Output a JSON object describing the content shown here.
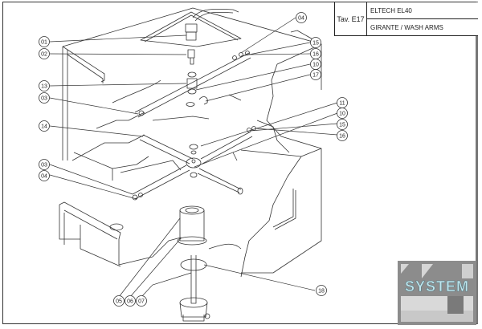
{
  "title_block": {
    "table_code": "Tav. E17",
    "model": "ELTECH EL40",
    "description": "GIRANTE / WASH ARMS"
  },
  "callouts": [
    {
      "id": "01",
      "label": "01"
    },
    {
      "id": "02",
      "label": "02"
    },
    {
      "id": "13",
      "label": "13"
    },
    {
      "id": "03a",
      "label": "03"
    },
    {
      "id": "14",
      "label": "14"
    },
    {
      "id": "03b",
      "label": "03"
    },
    {
      "id": "04a",
      "label": "04"
    },
    {
      "id": "04b",
      "label": "04"
    },
    {
      "id": "15a",
      "label": "15"
    },
    {
      "id": "16a",
      "label": "16"
    },
    {
      "id": "10a",
      "label": "10"
    },
    {
      "id": "17",
      "label": "17"
    },
    {
      "id": "11",
      "label": "11"
    },
    {
      "id": "10b",
      "label": "10"
    },
    {
      "id": "15b",
      "label": "15"
    },
    {
      "id": "16b",
      "label": "16"
    },
    {
      "id": "05",
      "label": "05"
    },
    {
      "id": "06",
      "label": "06"
    },
    {
      "id": "07",
      "label": "07"
    },
    {
      "id": "18",
      "label": "18"
    }
  ],
  "logo": {
    "text": "SYSTEM",
    "colors": {
      "bg": "#8c8c8c",
      "text": "#bfe6ee",
      "light": "#d9d9d9"
    }
  }
}
